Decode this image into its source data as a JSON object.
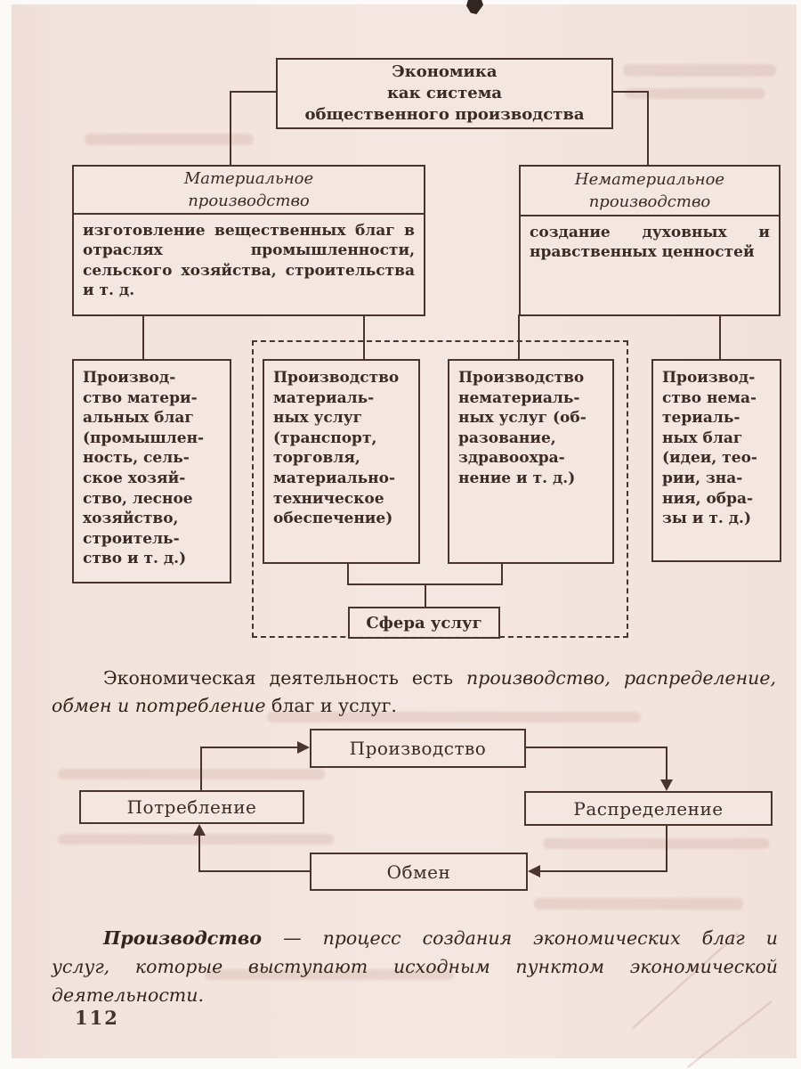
{
  "page": {
    "number": "112"
  },
  "diagram": {
    "root_label": "Экономика\nкак система\nобщественного производства",
    "material": {
      "title": "Материальное\nпроизводство",
      "body": "изготовление вещественных благ в отраслях промышленности, сельского хозяйства, строительства и т. д."
    },
    "nonmaterial": {
      "title": "Нематериальное\nпроизводство",
      "body": "создание духовных и нравственных ценностей"
    },
    "branches": [
      {
        "label": "Производ-\nство матери-\nальных благ\n(промышлен-\nность, сель-\nское хозяй-\nство, лесное\nхозяйство,\nстроитель-\nство и т. д.)"
      },
      {
        "label": "Производство\nматериаль-\nных услуг\n(транспорт,\nторговля,\nматериально-\nтехническое\nобеспечение)"
      },
      {
        "label": "Производство\nнематериаль-\nных услуг (об-\nразование,\nздравоохра-\nнение и т. д.)"
      },
      {
        "label": "Производ-\nство нема-\nтериаль-\nных благ\n(идеи, тео-\nрии, зна-\nния, обра-\nзы и т. д.)"
      }
    ],
    "services_label": "Сфера услуг"
  },
  "paragraph1": {
    "lead": "Экономическая деятельность есть ",
    "emphasis": "производство, распределение, обмен и потребление",
    "tail": " благ и услуг."
  },
  "cycle": {
    "production": "Производство",
    "distribution": "Распределение",
    "exchange": "Обмен",
    "consumption": "Потребление"
  },
  "paragraph2": {
    "term": "Производство",
    "rest": " — процесс создания экономических благ и услуг, которые выступают исходным пунктом экономической деятельности."
  },
  "colors": {
    "ink": "#4a352e",
    "paper": "#f3e3dd"
  }
}
